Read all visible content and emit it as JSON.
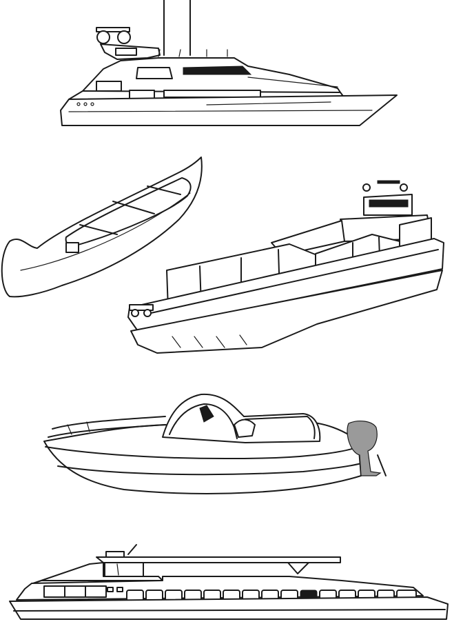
{
  "illustration": {
    "style": "black line art on white background",
    "boats": [
      {
        "id": "motor-yacht",
        "icon": "yacht-icon"
      },
      {
        "id": "canoe",
        "icon": "canoe-icon"
      },
      {
        "id": "cargo-barge",
        "icon": "barge-icon"
      },
      {
        "id": "speedboat",
        "icon": "speedboat-icon"
      },
      {
        "id": "passenger-ferry",
        "icon": "ferry-icon"
      }
    ]
  },
  "colors": {
    "line": "#1a1a1a",
    "background": "#ffffff",
    "motor": "#9a9a9a"
  }
}
